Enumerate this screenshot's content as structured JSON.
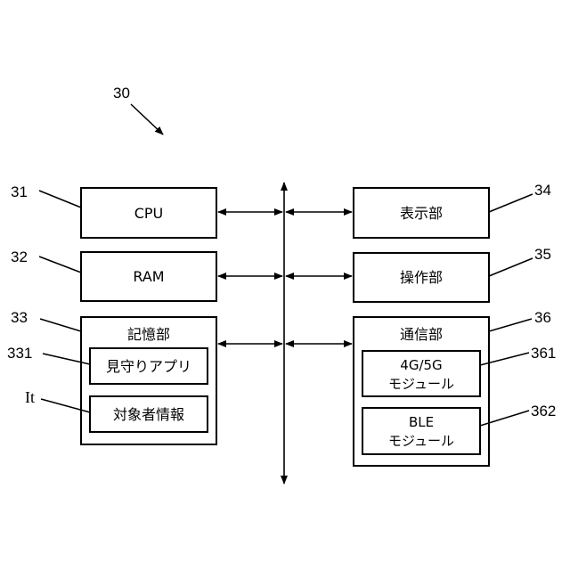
{
  "figure": {
    "ref_main": "30",
    "blocks": {
      "cpu": {
        "ref": "31",
        "label": "CPU"
      },
      "ram": {
        "ref": "32",
        "label": "RAM"
      },
      "storage": {
        "ref": "33",
        "label": "記憶部",
        "app": {
          "ref": "331",
          "label": "見守りアプリ"
        },
        "target": {
          "ref": "It",
          "label": "対象者情報"
        }
      },
      "display": {
        "ref": "34",
        "label": "表示部"
      },
      "operation": {
        "ref": "35",
        "label": "操作部"
      },
      "comm": {
        "ref": "36",
        "label": "通信部",
        "module_4g5g": {
          "ref": "361",
          "line1": "4G/5G",
          "line2": "モジュール"
        },
        "module_ble": {
          "ref": "362",
          "line1": "BLE",
          "line2": "モジュール"
        }
      }
    }
  }
}
